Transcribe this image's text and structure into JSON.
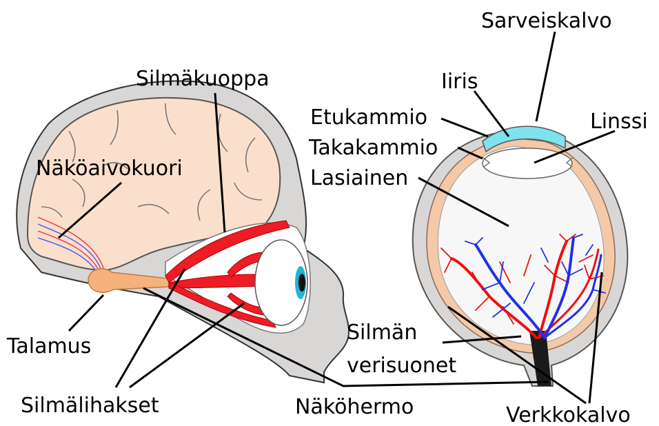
{
  "labels": {
    "sarveiskalvo": "Sarveiskalvo",
    "silmakuoppa": "Silmäkuoppa",
    "iiris": "Iiris",
    "etukammio": "Etukammio",
    "linssi": "Linssi",
    "takakammio": "Takakammio",
    "nakoaivokuori": "Näköaivokuori",
    "lasiainen": "Lasiainen",
    "silman": "Silmän",
    "verisuonet": "verisuonet",
    "talamus": "Talamus",
    "silmalihakset": "Silmälihakset",
    "nakohermo": "Näköhermo",
    "verkkokalvo": "Verkkokalvo"
  },
  "colors": {
    "skull": "#d9d6d6",
    "brain": "#fbdfcd",
    "muscle": "#ee1c25",
    "cornea": "#7fe3ee",
    "iris": "#1fb6d4",
    "artery": "#ee1010",
    "vein": "#2030e8",
    "optic_nerve": "#1a1a1a",
    "thalamus": "#f6b27a"
  }
}
